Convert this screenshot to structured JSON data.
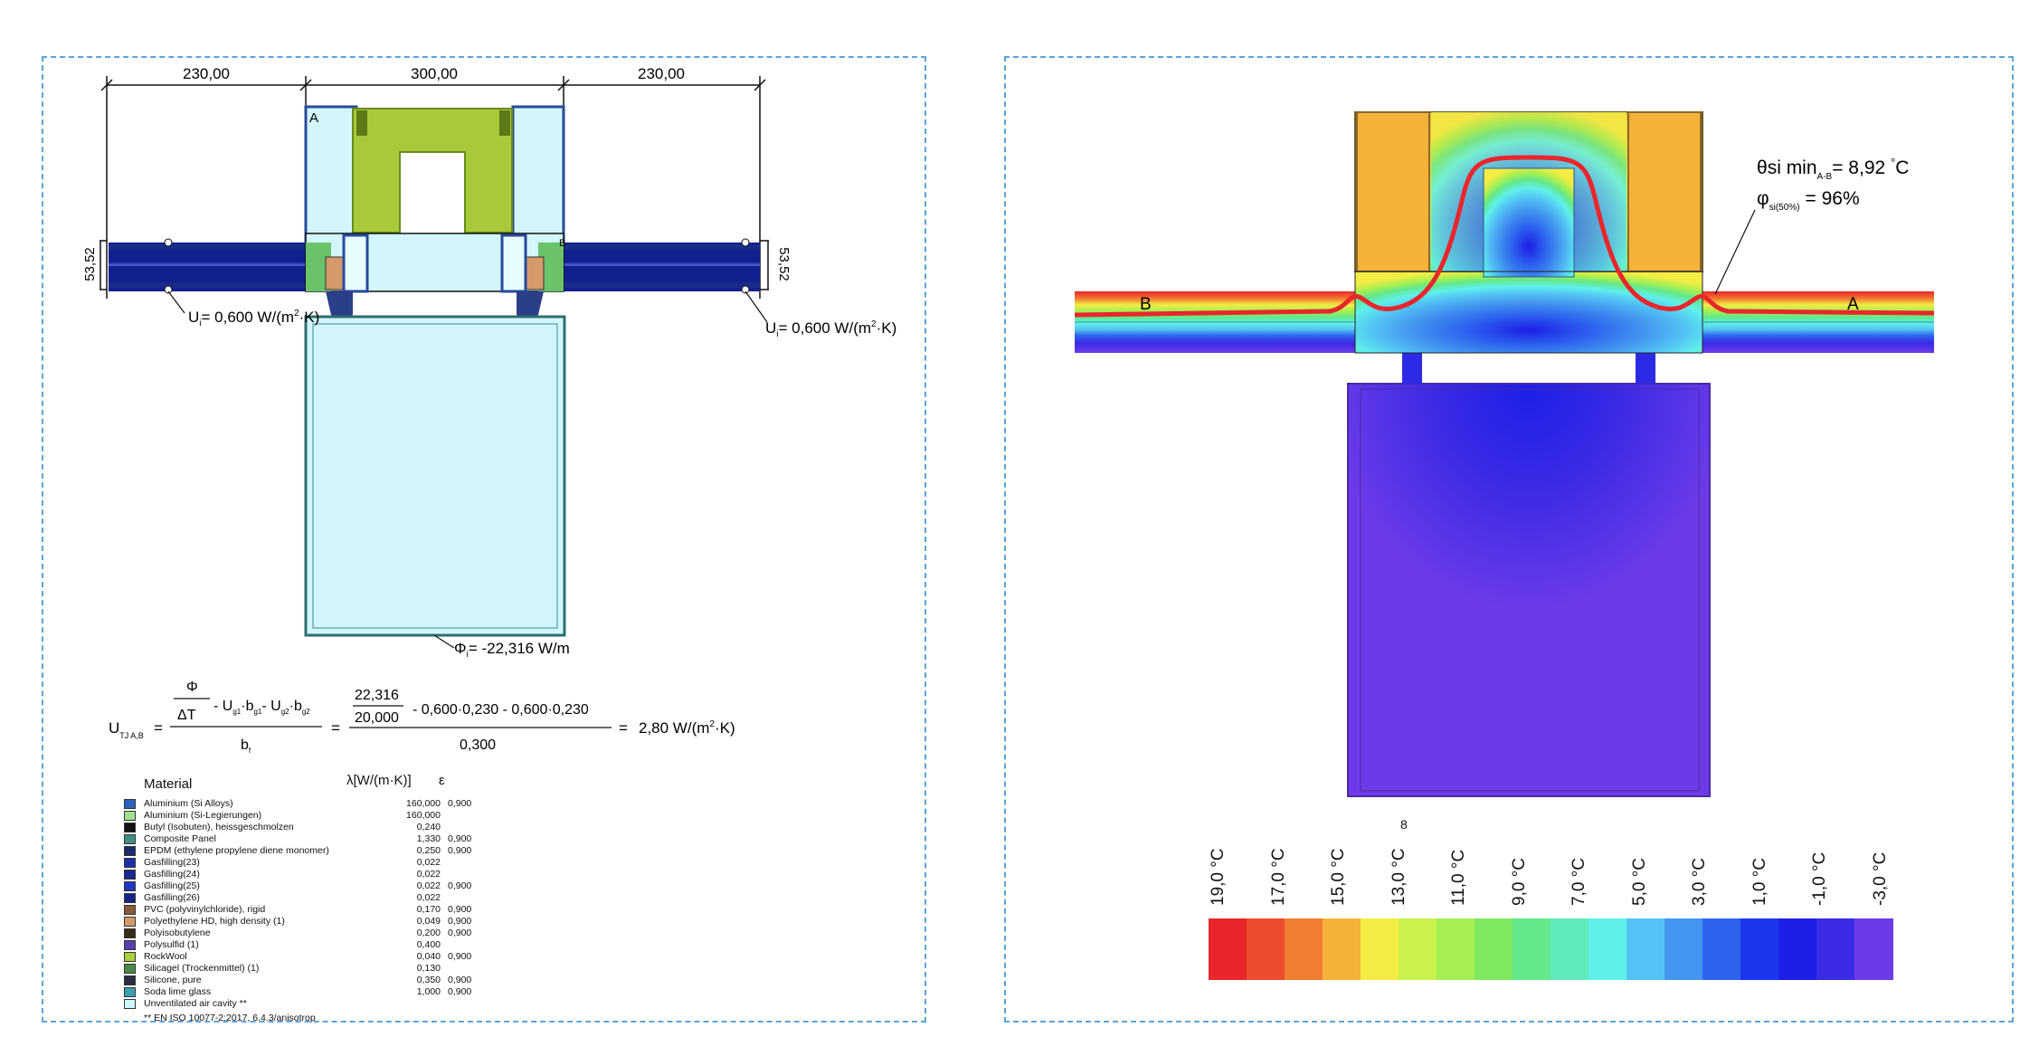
{
  "left": {
    "dims_top": [
      "230,00",
      "300,00",
      "230,00"
    ],
    "dims_side_left": "53,52",
    "dims_side_right": "53,52",
    "label_a": "A",
    "label_b": "B",
    "u_left": {
      "sym": "U",
      "sub": "i",
      "val": "= 0,600 W/(m",
      "sup": "2",
      "end": "·K)"
    },
    "u_right": {
      "sym": "U",
      "sub": "i",
      "val": "= 0,600 W/(m",
      "sup": "2",
      "end": "·K)"
    },
    "phi": {
      "sym": "Φ",
      "sub": "i",
      "val": "= -22,316 W/m"
    },
    "formula": {
      "lhs": "U",
      "lhs_sub": "TJ A,B",
      "eq": "=",
      "frac1_num": "Φ",
      "frac1_den": "ΔT",
      "term_u": "- U",
      "sub_g1": "g1",
      "dot_b": "·b",
      "term_u2": "- U",
      "sub_g2": "g2",
      "den_b": "b",
      "den_b_sub": "f",
      "num2_top": "22,316",
      "num2_bot": "20,000",
      "num2_rest": "- 0,600·0,230  -  0,600·0,230",
      "den2": "0,300",
      "result": "2,80 W/(m",
      "result_sup": "2",
      "result_end": "·K)"
    },
    "materials_header": {
      "title": "Material",
      "lambda": "λ[W/(m·K)]",
      "eps": "ε"
    },
    "materials": [
      {
        "name": "Aluminium (Si Alloys)",
        "lambda": "160,000",
        "eps": "0,900",
        "color": "#2a63b8"
      },
      {
        "name": "Aluminium (Si-Legierungen)",
        "lambda": "160,000",
        "eps": "",
        "color": "#9fe28f"
      },
      {
        "name": "Butyl (Isobuten), heissgeschmolzen",
        "lambda": "0,240",
        "eps": "",
        "color": "#111111"
      },
      {
        "name": "Composite Panel",
        "lambda": "1,330",
        "eps": "0,900",
        "color": "#3f8f86"
      },
      {
        "name": "EPDM (ethylene propylene diene monomer)",
        "lambda": "0,250",
        "eps": "0,900",
        "color": "#1b2a6b"
      },
      {
        "name": "Gasfilling(23)",
        "lambda": "0,022",
        "eps": "",
        "color": "#1d2fa8"
      },
      {
        "name": "Gasfilling(24)",
        "lambda": "0,022",
        "eps": "",
        "color": "#182890"
      },
      {
        "name": "Gasfilling(25)",
        "lambda": "0,022",
        "eps": "0,900",
        "color": "#1f37c0"
      },
      {
        "name": "Gasfilling(26)",
        "lambda": "0,022",
        "eps": "",
        "color": "#16248a"
      },
      {
        "name": "PVC (polyvinylchloride), rigid",
        "lambda": "0,170",
        "eps": "0,900",
        "color": "#8a5a3a"
      },
      {
        "name": "Polyethylene HD, high density (1)",
        "lambda": "0,049",
        "eps": "0,900",
        "color": "#d49a6a"
      },
      {
        "name": "Polyisobutylene",
        "lambda": "0,200",
        "eps": "0,900",
        "color": "#3a2a1a"
      },
      {
        "name": "Polysulfid (1)",
        "lambda": "0,400",
        "eps": "",
        "color": "#5a3fb0"
      },
      {
        "name": "RockWool",
        "lambda": "0,040",
        "eps": "0,900",
        "color": "#a8d13c"
      },
      {
        "name": "Silicagel (Trockenmittel) (1)",
        "lambda": "0,130",
        "eps": "",
        "color": "#4a8a4a"
      },
      {
        "name": "Silicone, pure",
        "lambda": "0,350",
        "eps": "0,900",
        "color": "#2b2b40"
      },
      {
        "name": "Soda lime glass",
        "lambda": "1,000",
        "eps": "0,900",
        "color": "#3aa0b0"
      },
      {
        "name": "Unventilated air cavity **",
        "lambda": "",
        "eps": "",
        "color": "#cff7fb"
      }
    ],
    "materials_note": "** EN ISO 10077-2:2017, 6.4.3/anisotrop"
  },
  "right": {
    "label_b": "B",
    "label_a": "A",
    "theta": {
      "sym": "θ",
      "text": "si min",
      "sub": "A-B",
      "val": "= 8,92 ",
      "deg": "°",
      "unit": "C"
    },
    "phi": {
      "sym": "φ",
      "sub": "si(50%)",
      "val": "= 96%"
    },
    "legend_labels": [
      "19,0 °C",
      "17,0 °C",
      "15,0 °C",
      "13,0 °C",
      "11,0 °C",
      "9,0 °C",
      "7,0 °C",
      "5,0 °C",
      "3,0 °C",
      "1,0 °C",
      "-1,0 °C",
      "-3,0 °C"
    ],
    "legend_extra": "8",
    "legend_colors": [
      "#e8262b",
      "#ec4d2c",
      "#f07d31",
      "#f5b239",
      "#f2ec45",
      "#c9f24a",
      "#a5ef52",
      "#7ee85e",
      "#63e88a",
      "#5eeab9",
      "#60f0ea",
      "#52c3f4",
      "#4396ef",
      "#2d64ef",
      "#1b36ec",
      "#1d1fe6",
      "#3a2ae6",
      "#6c3be8"
    ]
  }
}
